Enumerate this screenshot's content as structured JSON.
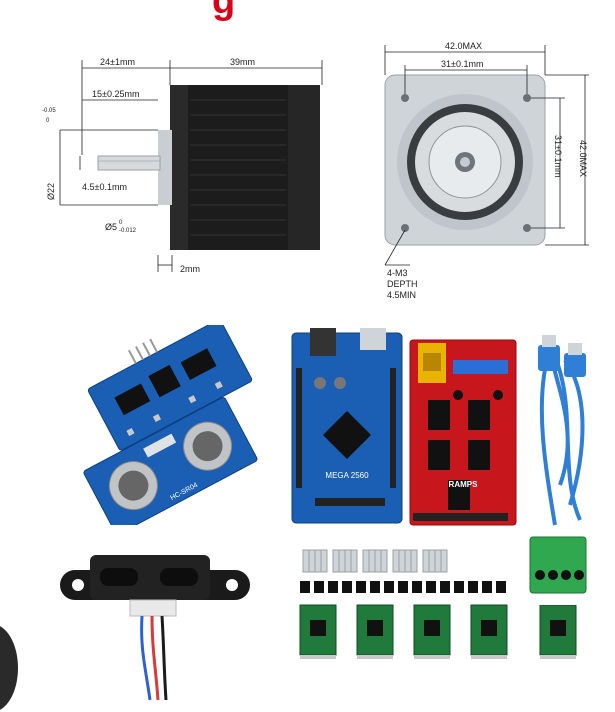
{
  "header": {
    "fragment": "g",
    "color": "#d9001b"
  },
  "motor_side": {
    "dims": {
      "body_length": "24±1mm",
      "motor_length": "39mm",
      "shaft_len": "15±0.25mm",
      "flange_dia": "Ø22",
      "flange_sup": "0",
      "flange_sub": "-0.05",
      "flat": "4.5±0.1mm",
      "shaft_dia": "Ø5",
      "shaft_sup": "0",
      "shaft_sub": "-0.012",
      "boss": "2mm"
    }
  },
  "motor_front": {
    "dims": {
      "width": "42.0MAX",
      "hole_spacing_h": "31±0.1mm",
      "hole_spacing_v": "31±0.1mm",
      "height": "42.0MAX"
    },
    "note": [
      "4-M3",
      "DEPTH",
      "4.5MIN"
    ]
  },
  "ultrasonic": {
    "module_label": "HC-SR04"
  },
  "controller": {
    "board_label": "MEGA 2560",
    "shield_label": "RAMPS"
  },
  "colors": {
    "metal": "#cfd4d8",
    "motor_black": "#1c1c1c",
    "pcb_blue": "#1a5fb4",
    "pcb_red": "#c8161d",
    "pcb_green": "#1f7a3c",
    "terminal_green": "#2fa84f",
    "usb_blue": "#2f7fd6"
  }
}
